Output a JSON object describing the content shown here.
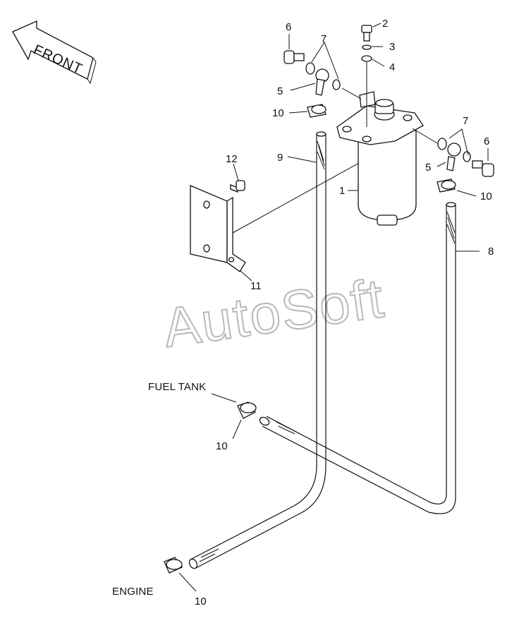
{
  "diagram": {
    "front_label": "FRONT",
    "watermark": "AutoSoft",
    "captions": {
      "fuel_tank": "FUEL TANK",
      "engine": "ENGINE"
    },
    "callouts": [
      {
        "id": "c1",
        "text": "1"
      },
      {
        "id": "c2",
        "text": "2"
      },
      {
        "id": "c3",
        "text": "3"
      },
      {
        "id": "c4",
        "text": "4"
      },
      {
        "id": "c5a",
        "text": "5"
      },
      {
        "id": "c5b",
        "text": "5"
      },
      {
        "id": "c6a",
        "text": "6"
      },
      {
        "id": "c6b",
        "text": "6"
      },
      {
        "id": "c7a",
        "text": "7"
      },
      {
        "id": "c7b",
        "text": "7"
      },
      {
        "id": "c8",
        "text": "8"
      },
      {
        "id": "c9",
        "text": "9"
      },
      {
        "id": "c10a",
        "text": "10"
      },
      {
        "id": "c10b",
        "text": "10"
      },
      {
        "id": "c10c",
        "text": "10"
      },
      {
        "id": "c10d",
        "text": "10"
      },
      {
        "id": "c11",
        "text": "11"
      },
      {
        "id": "c12",
        "text": "12"
      }
    ]
  }
}
